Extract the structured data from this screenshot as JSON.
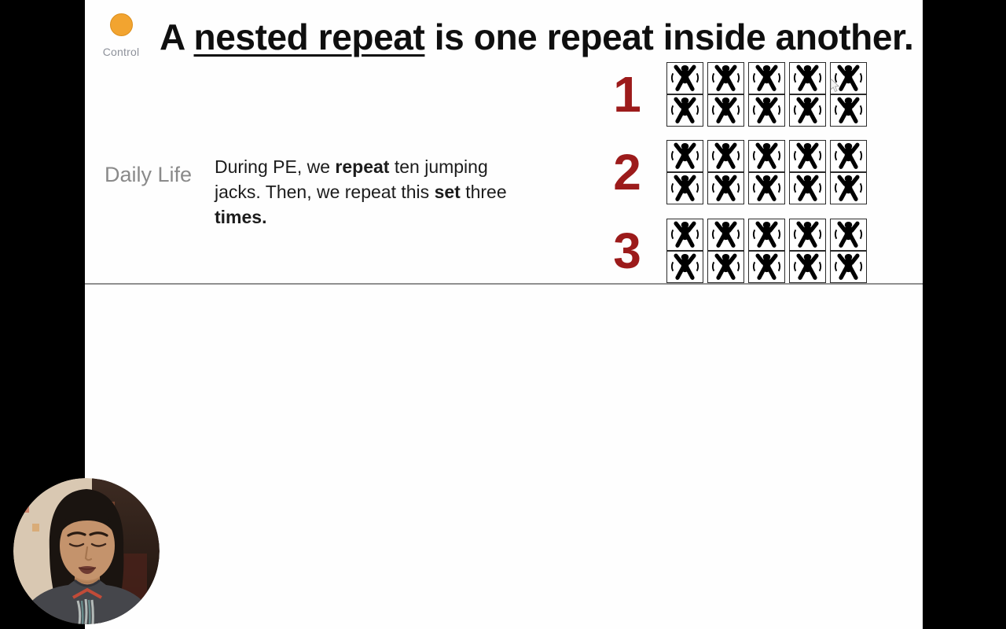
{
  "colors": {
    "letterbox": "#000000",
    "slide_bg": "#fefefe",
    "title_text": "#0f0f0f",
    "category_label": "#8a8a8a",
    "paragraph_text": "#1c1c1c",
    "set_number": "#9c1b1b",
    "divider": "#8f8f8f",
    "logo_circle": "#f2a430",
    "logo_text": "#8e929b",
    "icon_color": "#000000"
  },
  "logo": {
    "brand": "Control"
  },
  "title": {
    "pre": "A ",
    "underlined": "nested repeat",
    "post": " is one repeat inside another."
  },
  "category_label": "Daily Life",
  "paragraph": {
    "lines": [
      [
        {
          "t": "During PE, we ",
          "b": false
        },
        {
          "t": "repeat",
          "b": true
        },
        {
          "t": " ten jumping",
          "b": false
        }
      ],
      [
        {
          "t": "jacks. Then, we repeat this ",
          "b": false
        },
        {
          "t": "set",
          "b": true
        },
        {
          "t": " three",
          "b": false
        }
      ],
      [
        {
          "t": "times.",
          "b": true
        }
      ]
    ]
  },
  "sets": {
    "items": [
      {
        "label": "1"
      },
      {
        "label": "2"
      },
      {
        "label": "3"
      }
    ],
    "rows_per_set": 2,
    "cols_per_set": 5,
    "jacks_per_set": 10,
    "icon": "jumping-jack-icon"
  },
  "webcam": {
    "present": true
  }
}
